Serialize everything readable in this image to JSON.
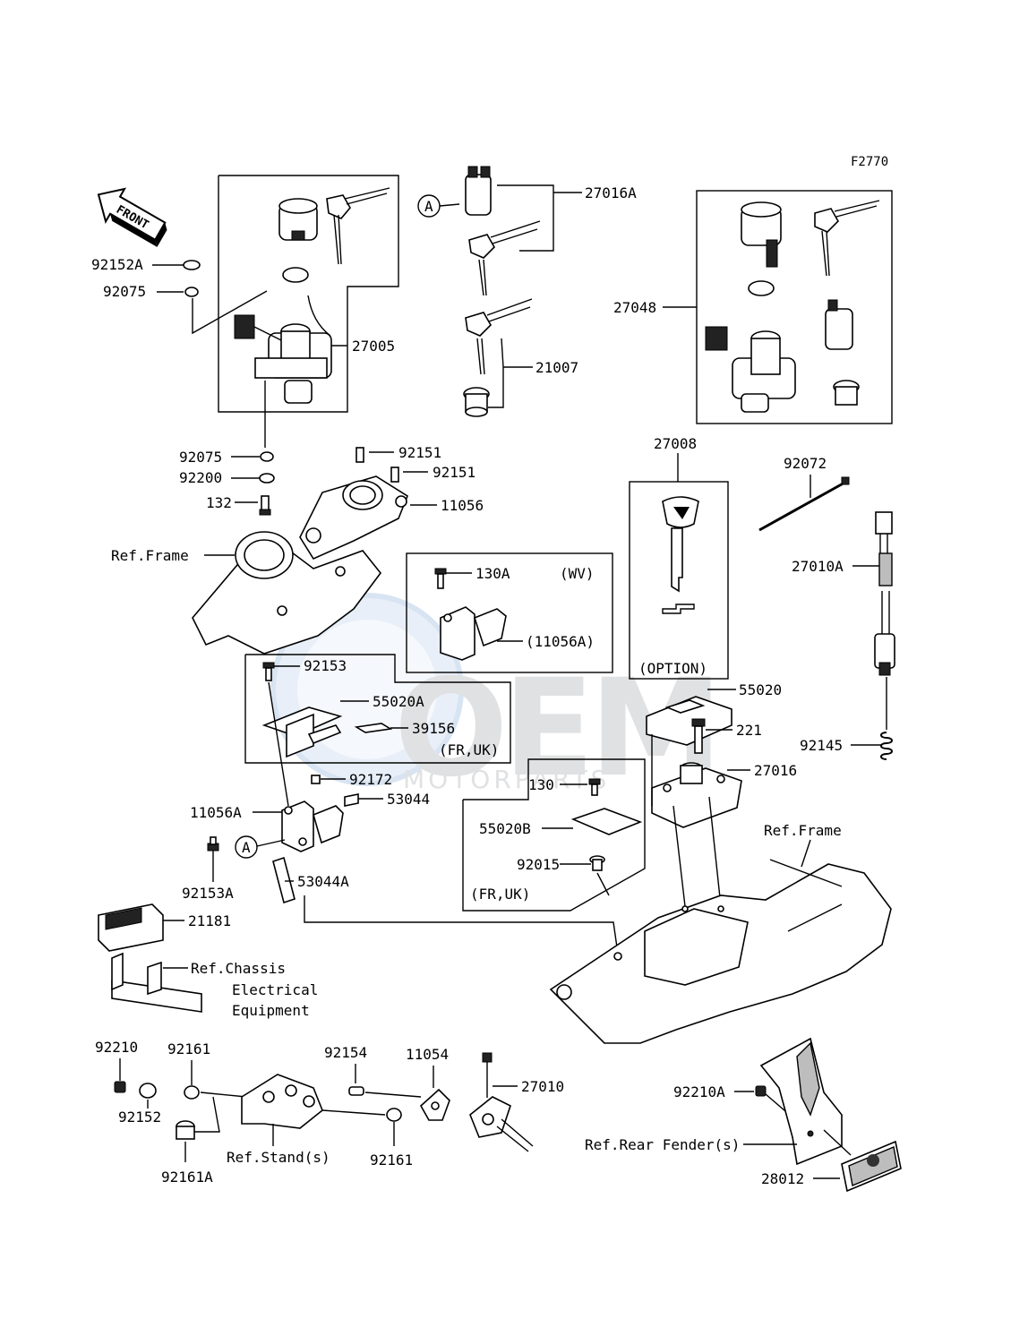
{
  "figure_code": "F2770",
  "front_label": "FRONT",
  "watermark": {
    "main": "OEM",
    "sub": "MOTORPARTS"
  },
  "callouts": {
    "c92152A_top": "92152A",
    "c92075_top": "92075",
    "c27005": "27005",
    "c92075_low": "92075",
    "c92200": "92200",
    "c132": "132",
    "c92151_a": "92151",
    "c92151_b": "92151",
    "c11056": "11056",
    "ref_frame_left": "Ref.Frame",
    "circle_a_top": "A",
    "c27016A": "27016A",
    "c21007": "21007",
    "c27048": "27048",
    "c27008": "27008",
    "option": "(OPTION)",
    "c92072": "92072",
    "c27010A": "27010A",
    "c92145": "92145",
    "c130A": "130A",
    "wv": "(WV)",
    "c11056A_paren": "(11056A)",
    "c92153": "92153",
    "c55020A": "55020A",
    "c39156": "39156",
    "fr_uk_a": "(FR,UK)",
    "c92172": "92172",
    "c53044": "53044",
    "c11056A": "11056A",
    "circle_a_low": "A",
    "c92153A": "92153A",
    "c53044A": "53044A",
    "c55020": "55020",
    "c221": "221",
    "c27016": "27016",
    "c130": "130",
    "c55020B": "55020B",
    "c92015": "92015",
    "fr_uk_b": "(FR,UK)",
    "ref_frame_right": "Ref.Frame",
    "c21181": "21181",
    "ref_chassis_1": "Ref.Chassis",
    "ref_chassis_2": "Electrical",
    "ref_chassis_3": "Equipment",
    "c92210": "92210",
    "c92161_a": "92161",
    "c92152": "92152",
    "c92161A": "92161A",
    "ref_stand": "Ref.Stand(s)",
    "c92154": "92154",
    "c11054": "11054",
    "c27010": "27010",
    "c92161_b": "92161",
    "c92210A": "92210A",
    "ref_rear_fender": "Ref.Rear Fender(s)",
    "c28012": "28012"
  }
}
